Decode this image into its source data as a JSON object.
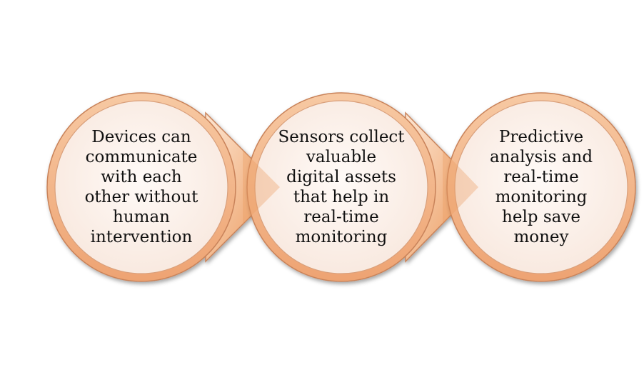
{
  "nodes": [
    {
      "text": "Devices can\ncommunicate\nwith each\nother without\nhuman\nintervention"
    },
    {
      "text": "Sensors collect\nvaluable\ndigital assets\nthat help in\nreal-time\nmonitoring"
    },
    {
      "text": "Predictive\nanalysis and\nreal-time\nmonitoring\nhelp save\nmoney"
    }
  ],
  "colors": {
    "outer_ring": "#f2b68a",
    "ring_edge": "#c9835a",
    "inner_fill": "#fdf3ee",
    "arrow_light": "#fbe0c8",
    "arrow_dark": "#ec9a5e"
  }
}
